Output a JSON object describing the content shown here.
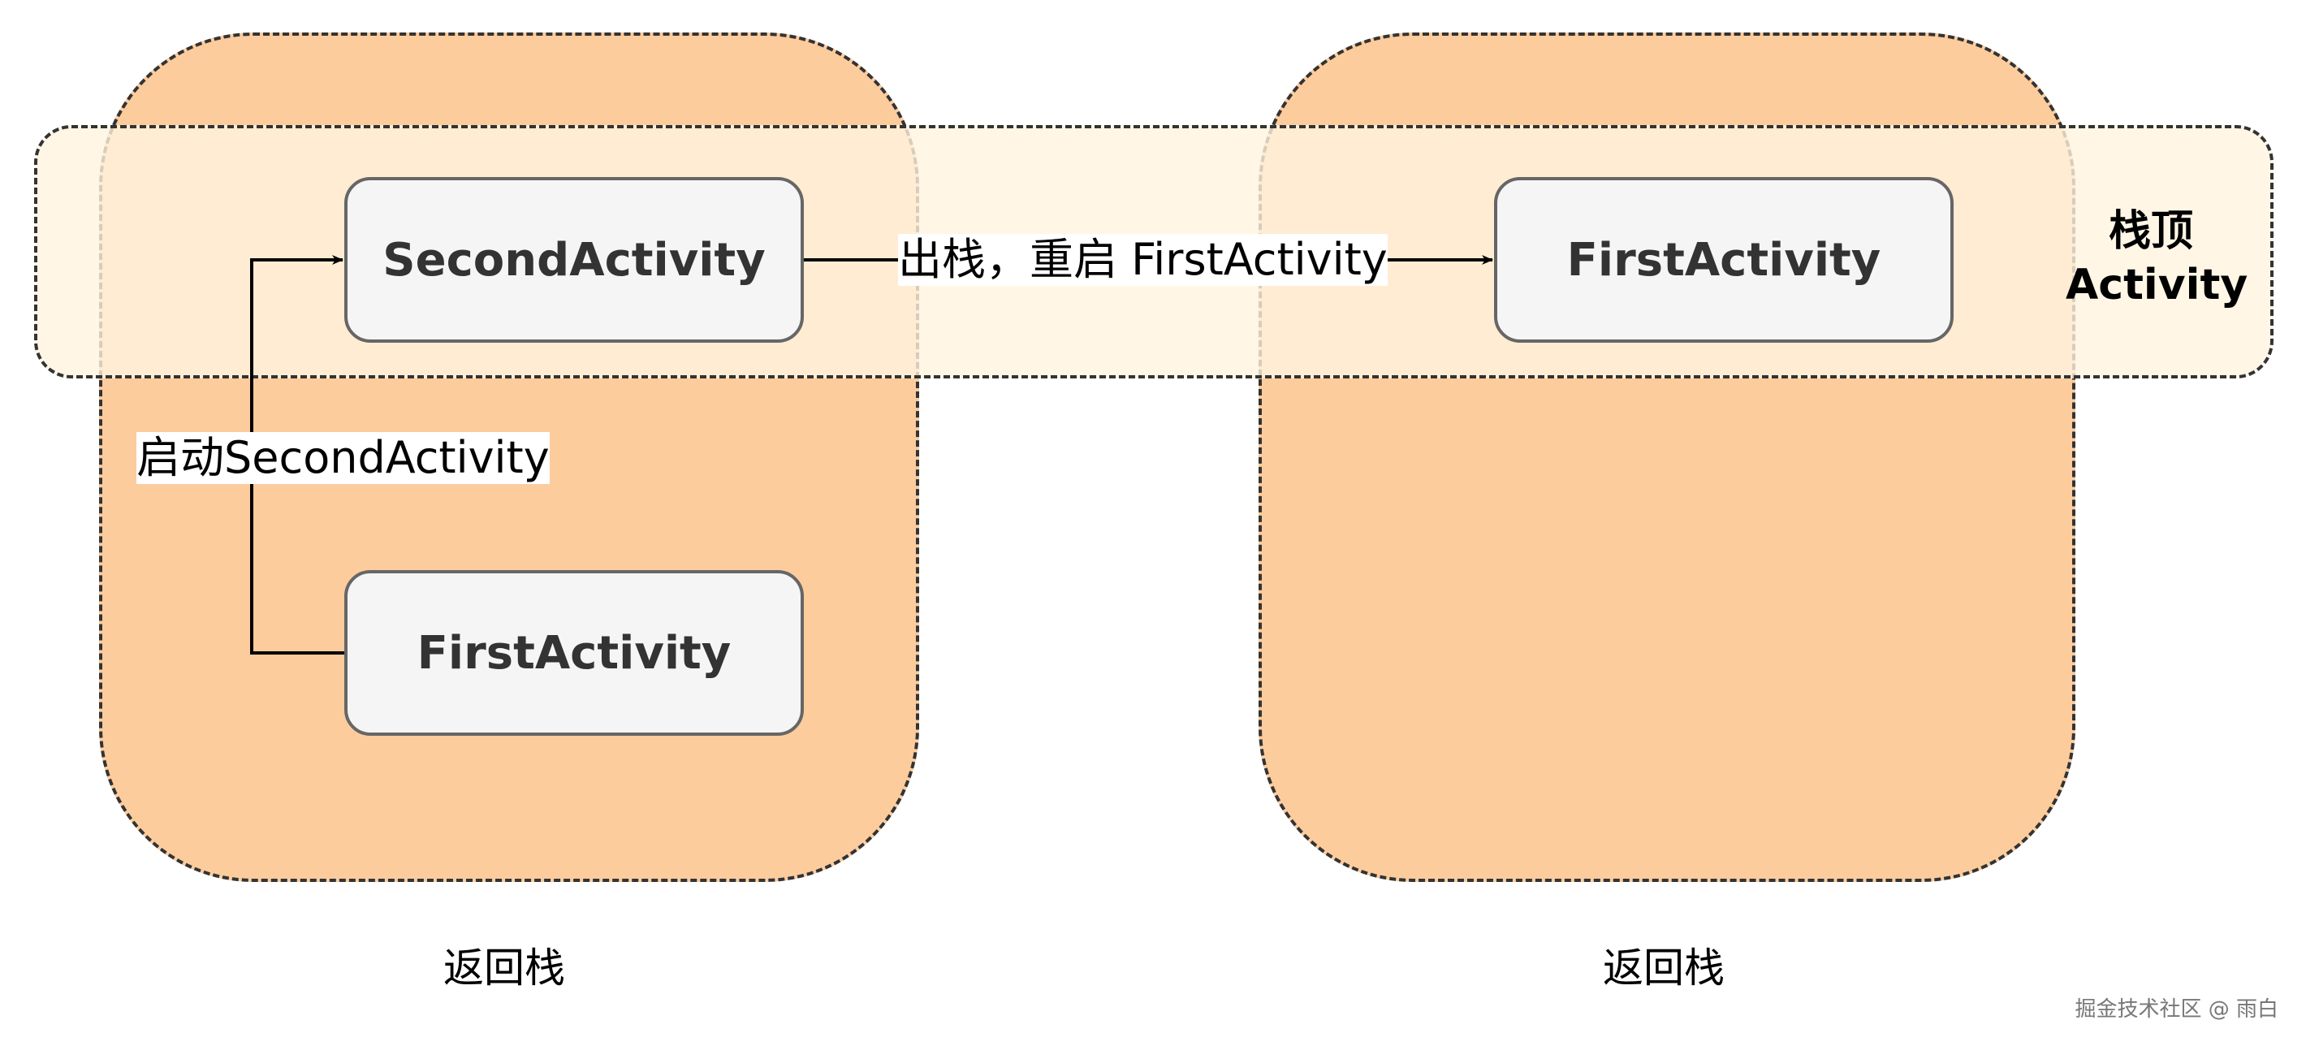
{
  "nodes": {
    "left_second": "SecondActivity",
    "left_first": "FirstActivity",
    "right_first": "FirstActivity"
  },
  "edges": {
    "launch_label": "启动SecondActivity",
    "pop_label": "出栈，重启 FirstActivity"
  },
  "stack_top_label": {
    "line1": "栈顶",
    "line2": "Activity"
  },
  "stacks": {
    "left_caption": "返回栈",
    "right_caption": "返回栈"
  },
  "watermark": "掘金技术社区 @ 雨白",
  "colors": {
    "stack_fill": "#fdcc9d",
    "band_fill": "#fff4e0",
    "node_fill": "#f5f5f5",
    "node_stroke": "#666666"
  }
}
